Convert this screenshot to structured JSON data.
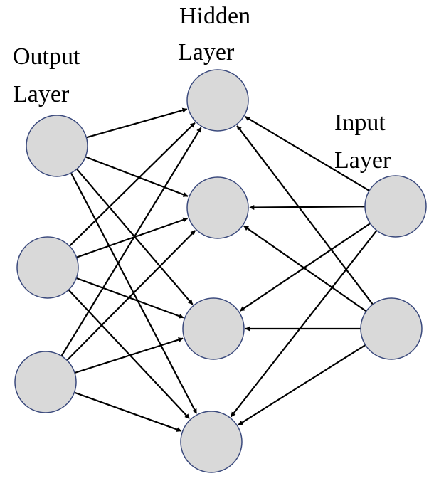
{
  "labels": {
    "output_line1": "Output",
    "output_line2": "Layer",
    "hidden_line1": "Hidden",
    "hidden_line2": "Layer",
    "input_line1": "Input",
    "input_line2": "Layer"
  },
  "layers": {
    "output": {
      "count": 3
    },
    "hidden": {
      "count": 4
    },
    "input": {
      "count": 2
    }
  },
  "colors": {
    "node_fill": "#d9d9d9",
    "node_stroke": "#3b4a7d",
    "edge": "#000000",
    "text": "#000000"
  }
}
